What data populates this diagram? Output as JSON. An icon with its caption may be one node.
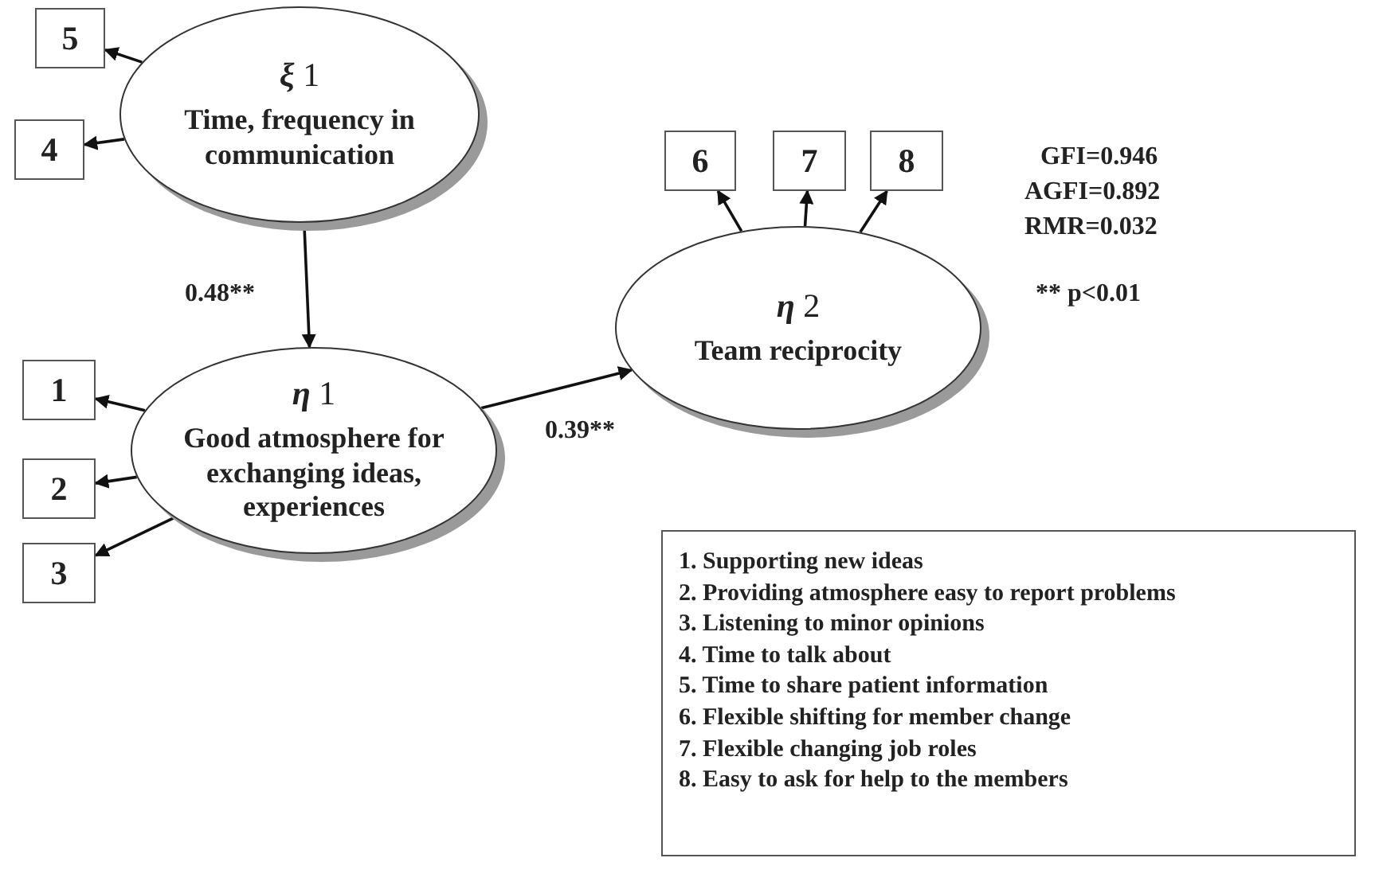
{
  "diagram": {
    "nodes": [
      {
        "text": [
          "5"
        ]
      },
      {
        "text": [
          "*ξ* 1",
          "Time, frequency in communication"
        ]
      },
      {
        "text": [
          "4"
        ]
      },
      {
        "text": [
          "6"
        ]
      },
      {
        "text": [
          "7"
        ]
      },
      {
        "text": [
          "8"
        ]
      },
      {
        "text": [
          "*η* 2",
          "Team reciprocity"
        ]
      },
      {
        "text": [
          "*η* 1",
          "Good atmosphere for exchanging ideas, experiences"
        ]
      },
      {
        "text": [
          "1"
        ]
      },
      {
        "text": [
          "2"
        ]
      },
      {
        "text": [
          "3"
        ]
      },
      {
        "text": [
          "1. Supporting new ideas",
          "2. Providing atmosphere easy to report problems",
          "3. Listening to minor opinions",
          "4. Time to talk about",
          "5. Time to share patient information",
          "6. Flexible shifting for member change",
          "7. Flexible changing job roles",
          "8. Easy to ask for help to the members"
        ]
      }
    ],
    "edges": [
      {
        "from": 1,
        "to": 0,
        "arrow": "to"
      },
      {
        "from": 1,
        "to": 2,
        "arrow": "to"
      },
      {
        "from": 1,
        "to": 7,
        "arrow": "to",
        "label": "0.48**"
      },
      {
        "from": 7,
        "to": 6,
        "arrow": "to",
        "label": "0.39**"
      },
      {
        "from": 6,
        "to": 3,
        "arrow": "to"
      },
      {
        "from": 6,
        "to": 4,
        "arrow": "to"
      },
      {
        "from": 6,
        "to": 5,
        "arrow": "to"
      },
      {
        "from": 7,
        "to": 8,
        "arrow": "to"
      },
      {
        "from": 7,
        "to": 9,
        "arrow": "to"
      },
      {
        "from": 7,
        "to": 10,
        "arrow": "to"
      }
    ],
    "labels": [
      "GFI=0.946",
      "AGFI=0.892",
      "RMR=0.032",
      "** p<0.01"
    ]
  }
}
